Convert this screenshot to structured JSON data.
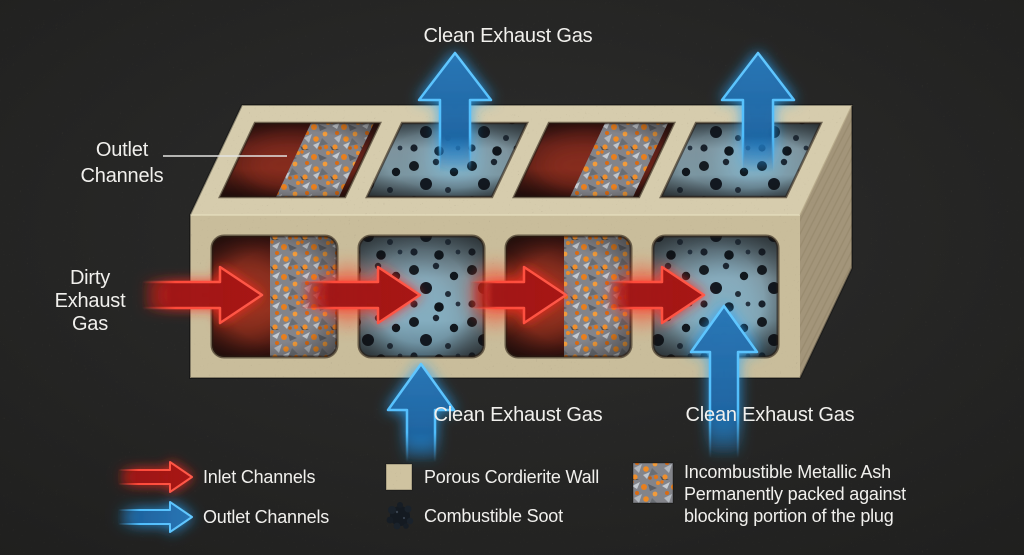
{
  "labels": {
    "clean_top": "Clean Exhaust Gas",
    "outlet_line1": "Outlet",
    "outlet_line2": "Channels",
    "dirty_line1": "Dirty",
    "dirty_line2": "Exhaust",
    "dirty_line3": "Gas",
    "clean_bottom_left": "Clean Exhaust Gas",
    "clean_bottom_right": "Clean Exhaust Gas"
  },
  "legend": {
    "inlet_channels": "Inlet Channels",
    "outlet_channels": "Outlet Channels",
    "porous_wall": "Porous Cordierite Wall",
    "combustible_soot": "Combustible Soot",
    "ash_line1": "Incombustible Metallic Ash",
    "ash_line2": "Permanently packed against",
    "ash_line3": "blocking portion of the plug"
  },
  "colors": {
    "background": "#272726",
    "inlet_arrow_red": "#ff3a2a",
    "outlet_arrow_blue": "#3aa9f0",
    "cordierite_tan": "#cfc3a0",
    "soot_black": "#141a20",
    "ash_orange": "#e8821f",
    "text_white": "#f1f0ed"
  }
}
